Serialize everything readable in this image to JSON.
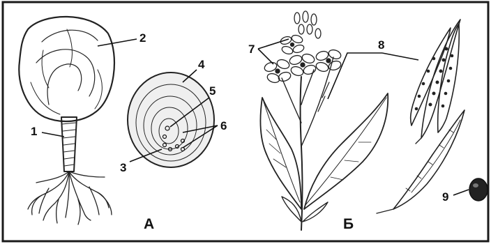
{
  "figure": {
    "callouts": {
      "c1": "1",
      "c2": "2",
      "c3": "3",
      "c4": "4",
      "c5": "5",
      "c6": "6",
      "c7": "7",
      "c8": "8",
      "c9": "9"
    },
    "panels": {
      "a": "А",
      "b": "Б"
    }
  },
  "colors": {
    "ink": "#222222",
    "border": "#1a1a1a",
    "background": "#ffffff"
  }
}
